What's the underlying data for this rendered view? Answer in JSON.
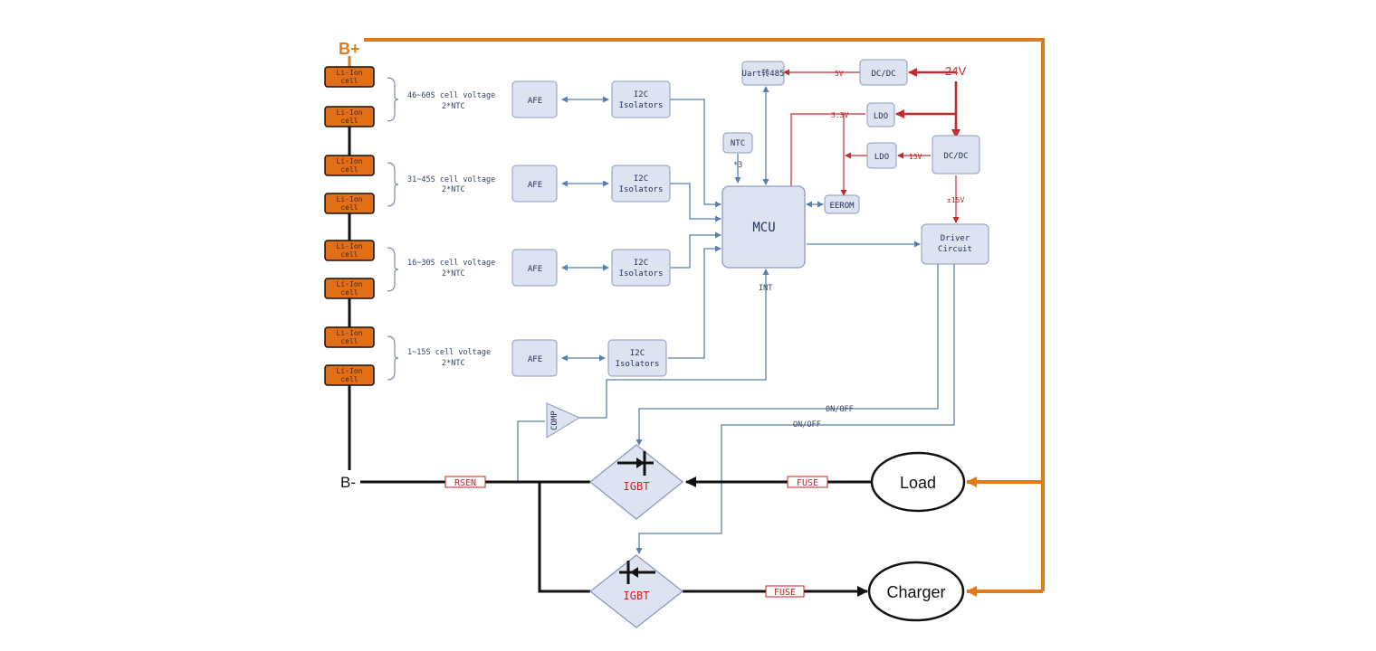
{
  "colors": {
    "battery_bus": "#e07a1f",
    "cell_fill": "#e26f16",
    "power_line": "#c42a2a",
    "signal_line": "#5a7fae",
    "block_fill": "#dde3f1",
    "block_stroke": "#8a9bbd",
    "main_conductor": "#111111"
  },
  "terminals": {
    "b_plus": "B+",
    "b_minus": "B-"
  },
  "cells": [
    "Li-Ion cell",
    "Li-Ion cell",
    "Li-Ion cell",
    "Li-Ion cell",
    "Li-Ion cell",
    "Li-Ion cell",
    "Li-Ion cell",
    "Li-Ion cell"
  ],
  "groups": [
    {
      "range": "46~60S cell voltage",
      "ntc": "2*NTC",
      "afe": "AFE",
      "iso_line1": "I2C",
      "iso_line2": "Isolators"
    },
    {
      "range": "31~45S cell voltage",
      "ntc": "2*NTC",
      "afe": "AFE",
      "iso_line1": "I2C",
      "iso_line2": "Isolators"
    },
    {
      "range": "16~30S cell voltage",
      "ntc": "2*NTC",
      "afe": "AFE",
      "iso_line1": "I2C",
      "iso_line2": "Isolators"
    },
    {
      "range": "1~15S cell voltage",
      "ntc": "2*NTC",
      "afe": "AFE",
      "iso_line1": "I2C",
      "iso_line2": "Isolators"
    }
  ],
  "blocks": {
    "mcu": "MCU",
    "uart": "Uart转485",
    "dcdc_top": "DC/DC",
    "dcdc_mid": "DC/DC",
    "ldo_top": "LDO",
    "ldo_mid": "LDO",
    "ntc": "NTC",
    "ntc_count": "*3",
    "eerom": "EEROM",
    "driver_line1": "Driver",
    "driver_line2": "Circuit",
    "comp": "COMP"
  },
  "power_labels": {
    "input": "24V",
    "v5": "5V",
    "v33": "3.3V",
    "v15": "15V",
    "pm15": "±15V"
  },
  "signal_labels": {
    "int": "INT",
    "on_off_1": "ON/OFF",
    "on_off_2": "ON/OFF"
  },
  "power_path": {
    "rsen": "RSEN",
    "igbt_1": "IGBT",
    "igbt_2": "IGBT",
    "fuse_1": "FUSE",
    "fuse_2": "FUSE",
    "load": "Load",
    "charger": "Charger"
  }
}
